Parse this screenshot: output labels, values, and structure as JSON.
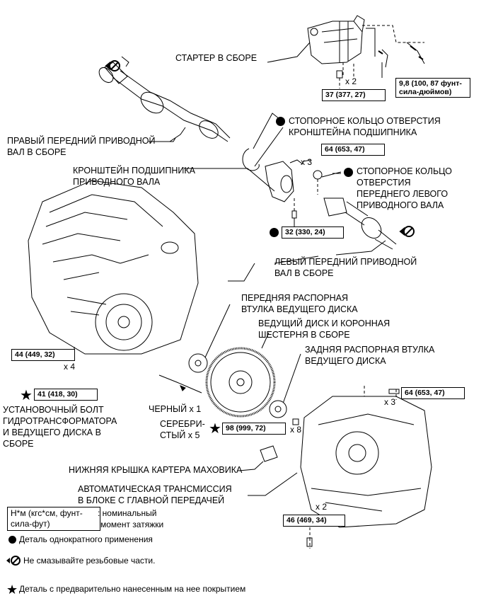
{
  "labels": {
    "starter": "СТАРТЕР В СБОРЕ",
    "right_shaft_1": "ПРАВЫЙ ПЕРЕДНИЙ ПРИВОДНОЙ",
    "right_shaft_2": "ВАЛ В СБОРЕ",
    "bracket_ring_1": "СТОПОРНОЕ КОЛЬЦО ОТВЕРСТИЯ",
    "bracket_ring_2": "КРОНШТЕЙНА ПОДШИПНИКА",
    "bearing_bracket_1": "КРОНШТЕЙН ПОДШИПНИКА",
    "bearing_bracket_2": "ПРИВОДНОГО ВАЛА",
    "left_ring_1": "СТОПОРНОЕ КОЛЬЦО",
    "left_ring_2": "ОТВЕРСТИЯ",
    "left_ring_3": "ПЕРЕДНЕГО ЛЕВОГО",
    "left_ring_4": "ПРИВОДНОГО ВАЛА",
    "left_shaft_1": "ЛЕВЫЙ ПЕРЕДНИЙ ПРИВОДНОЙ",
    "left_shaft_2": "ВАЛ В СБОРЕ",
    "front_spacer_1": "ПЕРЕДНЯЯ РАСПОРНАЯ",
    "front_spacer_2": "ВТУЛКА ВЕДУЩЕГО ДИСКА",
    "drive_plate_1": "ВЕДУЩИЙ ДИСК И КОРОННАЯ",
    "drive_plate_2": "ШЕСТЕРНЯ В СБОРЕ",
    "rear_spacer_1": "ЗАДНЯЯ РАСПОРНАЯ ВТУЛКА",
    "rear_spacer_2": "ВЕДУЩЕГО ДИСКА",
    "tc_bolt_1": "УСТАНОВОЧНЫЙ БОЛТ",
    "tc_bolt_2": "ГИДРОТРАНСФОРМАТОРА",
    "tc_bolt_3": "И ВЕДУЩЕГО ДИСКА В",
    "tc_bolt_4": "СБОРЕ",
    "black": "ЧЕРНЫЙ x 1",
    "silver_1": "СЕРЕБРИ-",
    "silver_2": "СТЫЙ x 5",
    "flywheel_cover": "НИЖНЯЯ КРЫШКА КАРТЕРА МАХОВИКА",
    "transaxle_1": "АВТОМАТИЧЕСКАЯ ТРАНСМИССИЯ",
    "transaxle_2": "В БЛОКЕ С ГЛАВНОЙ ПЕРЕДАЧЕЙ"
  },
  "torques": {
    "t37": "37 (377, 27)",
    "t98in_1": "9,8 (100, 87 фунт-",
    "t98in_2": "сила-дюймов)",
    "t64a": "64 (653, 47)",
    "t32": "32 (330, 24)",
    "t44": "44 (449, 32)",
    "t41": "41 (418, 30)",
    "t98": "98 (999, 72)",
    "t64b": "64 (653, 47)",
    "t46": "46 (469, 34)"
  },
  "quantities": {
    "q_starter": "x 2",
    "q_64a": "x 3",
    "q_44": "x 4",
    "q_98": "x 8",
    "q_64b": "x 3",
    "q_46": "x 2"
  },
  "legend": {
    "unit_1": "Н*м (кгс*см, фунт-",
    "unit_2": "сила-фут)",
    "unit_desc_1": ": номинальный",
    "unit_desc_2": "момент затяжки",
    "nonreusable": "Деталь однократного применения",
    "no_oil": "Не смазывайте резьбовые части.",
    "precoated": "Деталь с предварительно нанесенным на нее покрытием"
  }
}
